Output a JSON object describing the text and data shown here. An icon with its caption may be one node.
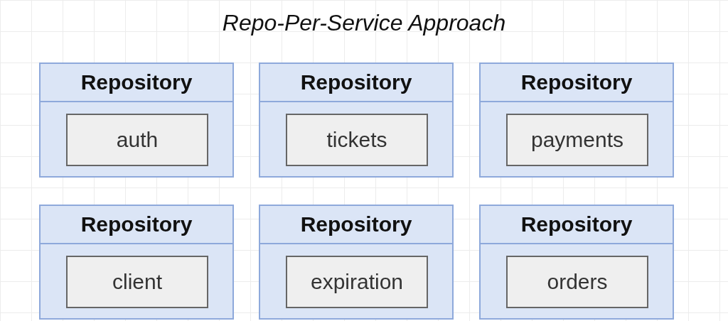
{
  "diagram": {
    "title": "Repo-Per-Service Approach",
    "nodes": [
      {
        "text": [
          "Repository"
        ]
      },
      {
        "text": [
          "auth"
        ],
        "in": 0
      },
      {
        "text": [
          "Repository"
        ]
      },
      {
        "text": [
          "tickets"
        ],
        "in": 2
      },
      {
        "text": [
          "Repository"
        ]
      },
      {
        "text": [
          "payments"
        ],
        "in": 4
      },
      {
        "text": [
          "Repository"
        ]
      },
      {
        "text": [
          "client"
        ],
        "in": 6
      },
      {
        "text": [
          "Repository"
        ]
      },
      {
        "text": [
          "expiration"
        ],
        "in": 8
      },
      {
        "text": [
          "Repository"
        ]
      },
      {
        "text": [
          "orders"
        ],
        "in": 10
      }
    ],
    "edges": []
  }
}
